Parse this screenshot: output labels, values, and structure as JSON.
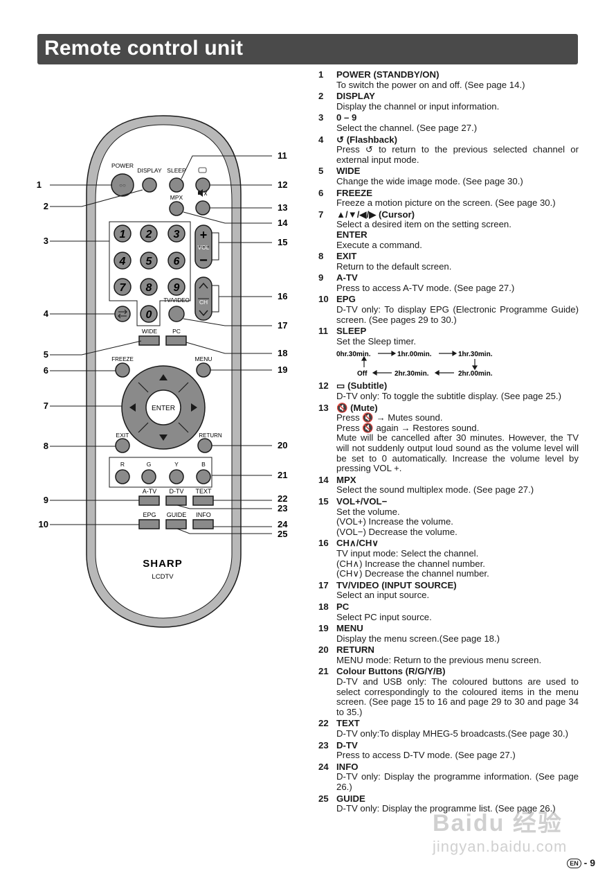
{
  "header": {
    "title": "Remote control unit"
  },
  "remote": {
    "brand": "SHARP",
    "model": "LCDTV",
    "labels": {
      "power": "POWER",
      "display": "DISPLAY",
      "sleep": "SLEEP",
      "mpx": "MPX",
      "vol": "VOL",
      "ch": "CH",
      "tv_video": "TV/VIDEO",
      "wide": "WIDE",
      "pc": "PC",
      "freeze": "FREEZE",
      "menu": "MENU",
      "enter": "ENTER",
      "exit": "EXIT",
      "return": "RETURN",
      "r": "R",
      "g": "G",
      "y": "Y",
      "b": "B",
      "atv": "A-TV",
      "dtv": "D-TV",
      "text": "TEXT",
      "epg": "EPG",
      "guide": "GUIDE",
      "info": "INFO"
    },
    "digits": [
      "1",
      "2",
      "3",
      "4",
      "5",
      "6",
      "7",
      "8",
      "9",
      "0"
    ],
    "callouts": [
      "1",
      "2",
      "3",
      "4",
      "5",
      "6",
      "7",
      "8",
      "9",
      "10",
      "11",
      "12",
      "13",
      "14",
      "15",
      "16",
      "17",
      "18",
      "19",
      "20",
      "21",
      "22",
      "23",
      "24",
      "25"
    ]
  },
  "items": [
    {
      "num": "1",
      "title": "POWER (STANDBY/ON)",
      "lines": [
        "To switch the power on and off. (See page 14.)"
      ]
    },
    {
      "num": "2",
      "title": "DISPLAY",
      "lines": [
        "Display the channel or input information."
      ]
    },
    {
      "num": "3",
      "title": "0 – 9",
      "lines": [
        "Select the channel. (See page 27.)"
      ]
    },
    {
      "num": "4",
      "title": "↺ (Flashback)",
      "lines": [
        "Press ↺ to return to the previous selected channel or external input mode."
      ]
    },
    {
      "num": "5",
      "title": "WIDE",
      "lines": [
        "Change the wide image mode. (See page 30.)"
      ]
    },
    {
      "num": "6",
      "title": "FREEZE",
      "lines": [
        "Freeze a motion picture on the screen. (See page 30.)"
      ]
    },
    {
      "num": "7",
      "title": "▲/▼/◀/▶ (Cursor)",
      "lines": [
        "Select a desired item on the setting screen."
      ],
      "subtitle": "ENTER",
      "sublines": [
        "Execute a command."
      ]
    },
    {
      "num": "8",
      "title": "EXIT",
      "lines": [
        "Return to the default screen."
      ]
    },
    {
      "num": "9",
      "title": "A-TV",
      "lines": [
        "Press to access A-TV mode. (See page 27.)"
      ]
    },
    {
      "num": "10",
      "title": "EPG",
      "lines": [
        "D-TV only: To display EPG (Electronic Programme Guide) screen. (See pages 29 to 30.)"
      ]
    },
    {
      "num": "11",
      "title": "SLEEP",
      "lines": [
        "Set the Sleep timer."
      ]
    },
    {
      "num": "12",
      "title": "▭ (Subtitle)",
      "lines": [
        "D-TV only: To toggle the subtitle display. (See page 25.)"
      ]
    },
    {
      "num": "13",
      "title": "🔇 (Mute)",
      "lines": [
        "Press 🔇 → Mutes sound.",
        "Press 🔇 again → Restores sound.",
        "Mute will be cancelled after 30 minutes. However, the TV will not suddenly output loud sound as the volume level will be set to 0 automatically. Increase the volume level by pressing VOL +."
      ]
    },
    {
      "num": "14",
      "title": "MPX",
      "lines": [
        "Select the sound multiplex mode. (See page 27.)"
      ]
    },
    {
      "num": "15",
      "title": "VOL+/VOL−",
      "lines": [
        "Set the volume.",
        "(VOL+) Increase the volume.",
        "(VOL−) Decrease the volume."
      ]
    },
    {
      "num": "16",
      "title": "CH∧/CH∨",
      "lines": [
        "TV input mode: Select the channel.",
        "(CH∧) Increase the channel number.",
        "(CH∨) Decrease the channel number."
      ]
    },
    {
      "num": "17",
      "title": "TV/VIDEO (INPUT SOURCE)",
      "lines": [
        "Select an input source."
      ]
    },
    {
      "num": "18",
      "title": "PC",
      "lines": [
        "Select PC input source."
      ]
    },
    {
      "num": "19",
      "title": "MENU",
      "lines": [
        "Display the menu screen.(See page 18.)"
      ]
    },
    {
      "num": "20",
      "title": "RETURN",
      "lines": [
        "MENU mode: Return to the previous menu screen."
      ]
    },
    {
      "num": "21",
      "title": "Colour Buttons (R/G/Y/B)",
      "lines": [
        "D-TV and USB only: The coloured buttons are used to select correspondingly to the coloured items in the menu screen. (See page 15 to 16 and page 29 to 30 and page 34 to 35.)"
      ]
    },
    {
      "num": "22",
      "title": "TEXT",
      "lines": [
        "D-TV only:To display MHEG-5 broadcasts.(See page 30.)"
      ]
    },
    {
      "num": "23",
      "title": "D-TV",
      "lines": [
        "Press to access D-TV mode. (See page 27.)"
      ]
    },
    {
      "num": "24",
      "title": "INFO",
      "lines": [
        "D-TV only: Display the programme information. (See page 26.)"
      ]
    },
    {
      "num": "25",
      "title": "GUIDE",
      "lines": [
        "D-TV only: Display the programme list. (See page 26.)"
      ]
    }
  ],
  "sleep_sequence": [
    "0hr.30min.",
    "1hr.00min.",
    "1hr.30min.",
    "2hr.00min.",
    "2hr.30min.",
    "Off"
  ],
  "footer": {
    "lang": "EN",
    "page": "9"
  },
  "watermark": {
    "brand": "Baidu 经验",
    "url": "jingyan.baidu.com"
  },
  "colors": {
    "header_bg": "#4a4a4a",
    "button_fill": "#8a8a8a",
    "text": "#1a1a1a"
  }
}
